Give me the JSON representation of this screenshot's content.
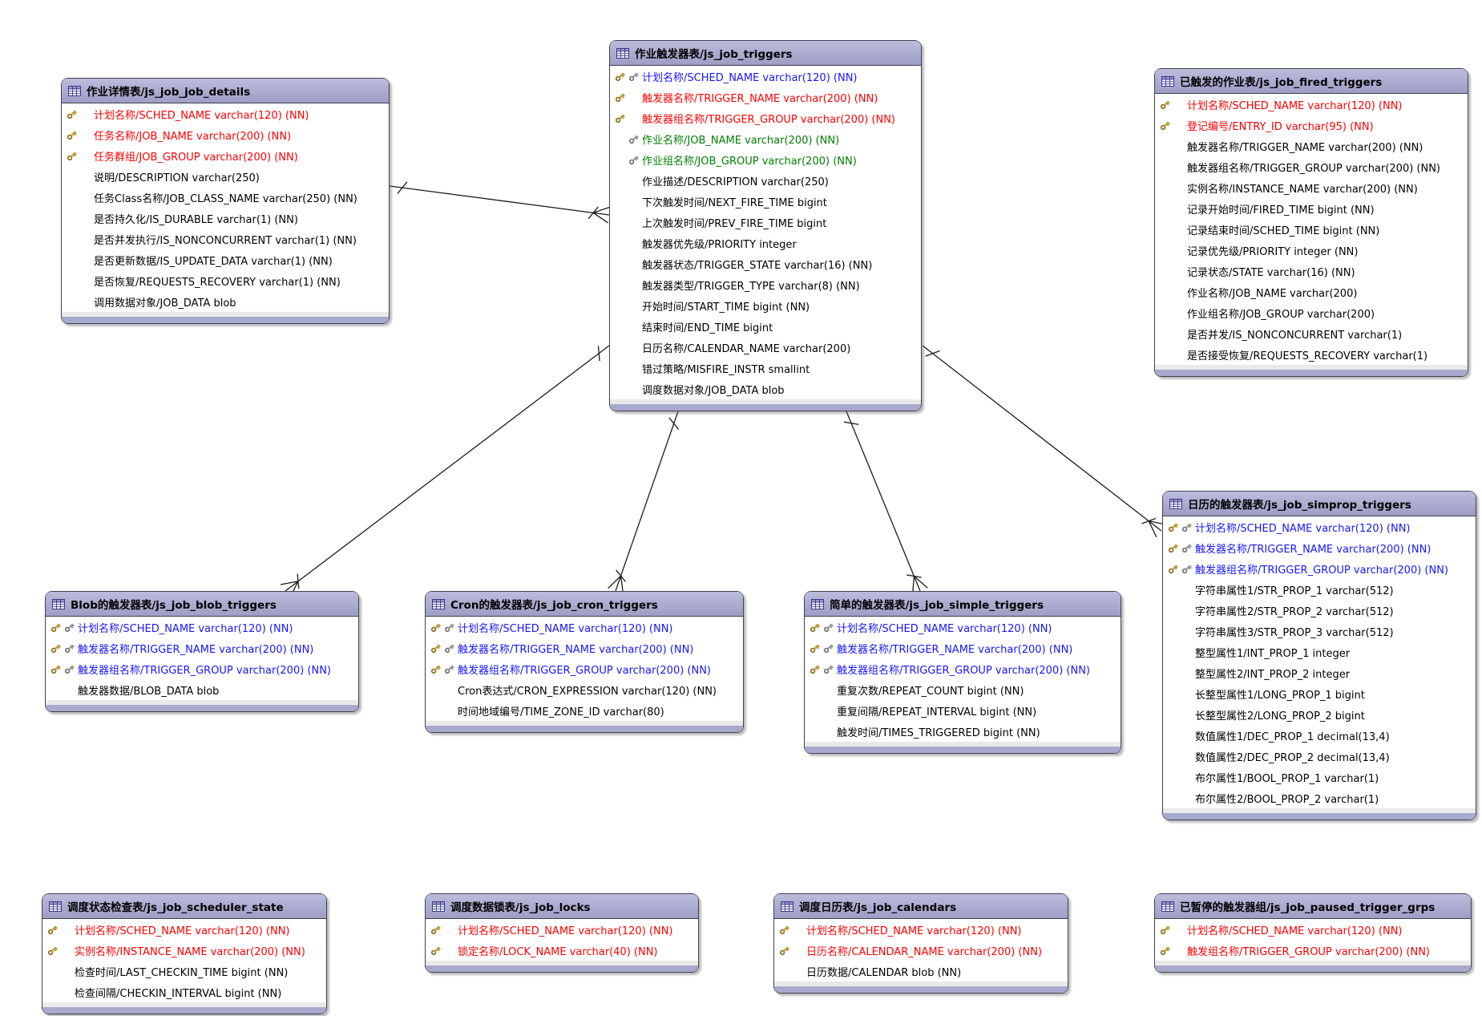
{
  "page": {
    "type": "entity-relationship-diagram",
    "background": "#ffffff"
  },
  "colors": {
    "header_bg": "#a9a9ce",
    "table_border": "#414152",
    "pk_text": "#fe0000",
    "pkfk_text": "#1616ff",
    "fk_text": "#008000",
    "plain_text": "#000000",
    "gold_key": "#d4af37",
    "gray_key": "#a8a8a8",
    "relationship_line": "#1c1c1c"
  },
  "diagram": {
    "tables": [
      {
        "id": "js_job_job_details",
        "title": "作业详情表/js_job_job_details",
        "fields": [
          {
            "keys": [
              "gold"
            ],
            "type": "pk",
            "text": "计划名称/SCHED_NAME varchar(120) (NN)"
          },
          {
            "keys": [
              "gold"
            ],
            "type": "pk",
            "text": "任务名称/JOB_NAME varchar(200) (NN)"
          },
          {
            "keys": [
              "gold"
            ],
            "type": "pk",
            "text": "任务群组/JOB_GROUP varchar(200) (NN)"
          },
          {
            "keys": [],
            "type": "plain",
            "text": "说明/DESCRIPTION varchar(250)"
          },
          {
            "keys": [],
            "type": "plain",
            "text": "任务Class名称/JOB_CLASS_NAME varchar(250) (NN)"
          },
          {
            "keys": [],
            "type": "plain",
            "text": "是否持久化/IS_DURABLE varchar(1) (NN)"
          },
          {
            "keys": [],
            "type": "plain",
            "text": "是否并发执行/IS_NONCONCURRENT varchar(1) (NN)"
          },
          {
            "keys": [],
            "type": "plain",
            "text": "是否更新数据/IS_UPDATE_DATA varchar(1) (NN)"
          },
          {
            "keys": [],
            "type": "plain",
            "text": "是否恢复/REQUESTS_RECOVERY varchar(1) (NN)"
          },
          {
            "keys": [],
            "type": "plain",
            "text": "调用数据对象/JOB_DATA blob"
          }
        ]
      },
      {
        "id": "js_job_triggers",
        "title": "作业触发器表/js_job_triggers",
        "fields": [
          {
            "keys": [
              "gold",
              "gray"
            ],
            "type": "pkfk",
            "text": "计划名称/SCHED_NAME varchar(120) (NN)"
          },
          {
            "keys": [
              "gold"
            ],
            "type": "pk",
            "text": "触发器名称/TRIGGER_NAME varchar(200) (NN)"
          },
          {
            "keys": [
              "gold"
            ],
            "type": "pk",
            "text": "触发器组名称/TRIGGER_GROUP varchar(200) (NN)"
          },
          {
            "keys": [
              "gray"
            ],
            "type": "fk",
            "text": "作业名称/JOB_NAME varchar(200) (NN)"
          },
          {
            "keys": [
              "gray"
            ],
            "type": "fk",
            "text": "作业组名称/JOB_GROUP varchar(200) (NN)"
          },
          {
            "keys": [],
            "type": "plain",
            "text": "作业描述/DESCRIPTION varchar(250)"
          },
          {
            "keys": [],
            "type": "plain",
            "text": "下次触发时间/NEXT_FIRE_TIME bigint"
          },
          {
            "keys": [],
            "type": "plain",
            "text": "上次触发时间/PREV_FIRE_TIME bigint"
          },
          {
            "keys": [],
            "type": "plain",
            "text": "触发器优先级/PRIORITY integer"
          },
          {
            "keys": [],
            "type": "plain",
            "text": "触发器状态/TRIGGER_STATE varchar(16) (NN)"
          },
          {
            "keys": [],
            "type": "plain",
            "text": "触发器类型/TRIGGER_TYPE varchar(8) (NN)"
          },
          {
            "keys": [],
            "type": "plain",
            "text": "开始时间/START_TIME bigint (NN)"
          },
          {
            "keys": [],
            "type": "plain",
            "text": "结束时间/END_TIME bigint"
          },
          {
            "keys": [],
            "type": "plain",
            "text": "日历名称/CALENDAR_NAME varchar(200)"
          },
          {
            "keys": [],
            "type": "plain",
            "text": "错过策略/MISFIRE_INSTR smallint"
          },
          {
            "keys": [],
            "type": "plain",
            "text": "调度数据对象/JOB_DATA blob"
          }
        ]
      },
      {
        "id": "js_job_fired_triggers",
        "title": "已触发的作业表/js_job_fired_triggers",
        "fields": [
          {
            "keys": [
              "gold"
            ],
            "type": "pk",
            "text": "计划名称/SCHED_NAME varchar(120) (NN)"
          },
          {
            "keys": [
              "gold"
            ],
            "type": "pk",
            "text": "登记编号/ENTRY_ID varchar(95) (NN)"
          },
          {
            "keys": [],
            "type": "plain",
            "text": "触发器名称/TRIGGER_NAME varchar(200) (NN)"
          },
          {
            "keys": [],
            "type": "plain",
            "text": "触发器组名称/TRIGGER_GROUP varchar(200) (NN)"
          },
          {
            "keys": [],
            "type": "plain",
            "text": "实例名称/INSTANCE_NAME varchar(200) (NN)"
          },
          {
            "keys": [],
            "type": "plain",
            "text": "记录开始时间/FIRED_TIME bigint (NN)"
          },
          {
            "keys": [],
            "type": "plain",
            "text": "记录结束时间/SCHED_TIME bigint (NN)"
          },
          {
            "keys": [],
            "type": "plain",
            "text": "记录优先级/PRIORITY integer (NN)"
          },
          {
            "keys": [],
            "type": "plain",
            "text": "记录状态/STATE varchar(16) (NN)"
          },
          {
            "keys": [],
            "type": "plain",
            "text": "作业名称/JOB_NAME varchar(200)"
          },
          {
            "keys": [],
            "type": "plain",
            "text": "作业组名称/JOB_GROUP varchar(200)"
          },
          {
            "keys": [],
            "type": "plain",
            "text": "是否并发/IS_NONCONCURRENT varchar(1)"
          },
          {
            "keys": [],
            "type": "plain",
            "text": "是否接受恢复/REQUESTS_RECOVERY varchar(1)"
          }
        ]
      },
      {
        "id": "js_job_simprop_triggers",
        "title": "日历的触发器表/js_job_simprop_triggers",
        "fields": [
          {
            "keys": [
              "gold",
              "gray"
            ],
            "type": "pkfk",
            "text": "计划名称/SCHED_NAME varchar(120) (NN)"
          },
          {
            "keys": [
              "gold",
              "gray"
            ],
            "type": "pkfk",
            "text": "触发器名称/TRIGGER_NAME varchar(200) (NN)"
          },
          {
            "keys": [
              "gold",
              "gray"
            ],
            "type": "pkfk",
            "text": "触发器组名称/TRIGGER_GROUP varchar(200) (NN)"
          },
          {
            "keys": [],
            "type": "plain",
            "text": "字符串属性1/STR_PROP_1 varchar(512)"
          },
          {
            "keys": [],
            "type": "plain",
            "text": "字符串属性2/STR_PROP_2 varchar(512)"
          },
          {
            "keys": [],
            "type": "plain",
            "text": "字符串属性3/STR_PROP_3 varchar(512)"
          },
          {
            "keys": [],
            "type": "plain",
            "text": "整型属性1/INT_PROP_1 integer"
          },
          {
            "keys": [],
            "type": "plain",
            "text": "整型属性2/INT_PROP_2 integer"
          },
          {
            "keys": [],
            "type": "plain",
            "text": "长整型属性1/LONG_PROP_1 bigint"
          },
          {
            "keys": [],
            "type": "plain",
            "text": "长整型属性2/LONG_PROP_2 bigint"
          },
          {
            "keys": [],
            "type": "plain",
            "text": "数值属性1/DEC_PROP_1 decimal(13,4)"
          },
          {
            "keys": [],
            "type": "plain",
            "text": "数值属性2/DEC_PROP_2 decimal(13,4)"
          },
          {
            "keys": [],
            "type": "plain",
            "text": "布尔属性1/BOOL_PROP_1 varchar(1)"
          },
          {
            "keys": [],
            "type": "plain",
            "text": "布尔属性2/BOOL_PROP_2 varchar(1)"
          }
        ]
      },
      {
        "id": "js_job_blob_triggers",
        "title": "Blob的触发器表/js_job_blob_triggers",
        "fields": [
          {
            "keys": [
              "gold",
              "gray"
            ],
            "type": "pkfk",
            "text": "计划名称/SCHED_NAME varchar(120) (NN)"
          },
          {
            "keys": [
              "gold",
              "gray"
            ],
            "type": "pkfk",
            "text": "触发器名称/TRIGGER_NAME varchar(200) (NN)"
          },
          {
            "keys": [
              "gold",
              "gray"
            ],
            "type": "pkfk",
            "text": "触发器组名称/TRIGGER_GROUP varchar(200) (NN)"
          },
          {
            "keys": [],
            "type": "plain",
            "text": "触发器数据/BLOB_DATA blob"
          }
        ]
      },
      {
        "id": "js_job_cron_triggers",
        "title": "Cron的触发器表/js_job_cron_triggers",
        "fields": [
          {
            "keys": [
              "gold",
              "gray"
            ],
            "type": "pkfk",
            "text": "计划名称/SCHED_NAME varchar(120) (NN)"
          },
          {
            "keys": [
              "gold",
              "gray"
            ],
            "type": "pkfk",
            "text": "触发器名称/TRIGGER_NAME varchar(200) (NN)"
          },
          {
            "keys": [
              "gold",
              "gray"
            ],
            "type": "pkfk",
            "text": "触发器组名称/TRIGGER_GROUP varchar(200) (NN)"
          },
          {
            "keys": [],
            "type": "plain",
            "text": "Cron表达式/CRON_EXPRESSION varchar(120) (NN)"
          },
          {
            "keys": [],
            "type": "plain",
            "text": "时间地域编号/TIME_ZONE_ID varchar(80)"
          }
        ]
      },
      {
        "id": "js_job_simple_triggers",
        "title": "简单的触发器表/js_job_simple_triggers",
        "fields": [
          {
            "keys": [
              "gold",
              "gray"
            ],
            "type": "pkfk",
            "text": "计划名称/SCHED_NAME varchar(120) (NN)"
          },
          {
            "keys": [
              "gold",
              "gray"
            ],
            "type": "pkfk",
            "text": "触发器名称/TRIGGER_NAME varchar(200) (NN)"
          },
          {
            "keys": [
              "gold",
              "gray"
            ],
            "type": "pkfk",
            "text": "触发器组名称/TRIGGER_GROUP varchar(200) (NN)"
          },
          {
            "keys": [],
            "type": "plain",
            "text": "重复次数/REPEAT_COUNT bigint (NN)"
          },
          {
            "keys": [],
            "type": "plain",
            "text": "重复间隔/REPEAT_INTERVAL bigint (NN)"
          },
          {
            "keys": [],
            "type": "plain",
            "text": "触发时间/TIMES_TRIGGERED bigint (NN)"
          }
        ]
      },
      {
        "id": "js_job_scheduler_state",
        "title": "调度状态检查表/js_job_scheduler_state",
        "fields": [
          {
            "keys": [
              "gold"
            ],
            "type": "pk",
            "text": "计划名称/SCHED_NAME varchar(120) (NN)"
          },
          {
            "keys": [
              "gold"
            ],
            "type": "pk",
            "text": "实例名称/INSTANCE_NAME varchar(200) (NN)"
          },
          {
            "keys": [],
            "type": "plain",
            "text": "检查时间/LAST_CHECKIN_TIME bigint (NN)"
          },
          {
            "keys": [],
            "type": "plain",
            "text": "检查间隔/CHECKIN_INTERVAL bigint (NN)"
          }
        ]
      },
      {
        "id": "js_job_locks",
        "title": "调度数据锁表/js_job_locks",
        "fields": [
          {
            "keys": [
              "gold"
            ],
            "type": "pk",
            "text": "计划名称/SCHED_NAME varchar(120) (NN)"
          },
          {
            "keys": [
              "gold"
            ],
            "type": "pk",
            "text": "锁定名称/LOCK_NAME varchar(40) (NN)"
          }
        ]
      },
      {
        "id": "js_job_calendars",
        "title": "调度日历表/js_job_calendars",
        "fields": [
          {
            "keys": [
              "gold"
            ],
            "type": "pk",
            "text": "计划名称/SCHED_NAME varchar(120) (NN)"
          },
          {
            "keys": [
              "gold"
            ],
            "type": "pk",
            "text": "日历名称/CALENDAR_NAME varchar(200) (NN)"
          },
          {
            "keys": [],
            "type": "plain",
            "text": "日历数据/CALENDAR blob (NN)"
          }
        ]
      },
      {
        "id": "js_job_paused_trigger_grps",
        "title": "已暂停的触发器组/js_job_paused_trigger_grps",
        "fields": [
          {
            "keys": [
              "gold"
            ],
            "type": "pk",
            "text": "计划名称/SCHED_NAME varchar(120) (NN)"
          },
          {
            "keys": [
              "gold"
            ],
            "type": "pk",
            "text": "触发组名称/TRIGGER_GROUP varchar(200) (NN)"
          }
        ]
      }
    ],
    "relationships": [
      {
        "id": "r1",
        "one_end": "js_job_job_details",
        "many_end": "js_job_triggers"
      },
      {
        "id": "r2",
        "one_end": "js_job_triggers",
        "many_end": "js_job_blob_triggers"
      },
      {
        "id": "r3",
        "one_end": "js_job_triggers",
        "many_end": "js_job_cron_triggers"
      },
      {
        "id": "r4",
        "one_end": "js_job_triggers",
        "many_end": "js_job_simple_triggers"
      },
      {
        "id": "r5",
        "one_end": "js_job_triggers",
        "many_end": "js_job_simprop_triggers"
      }
    ]
  }
}
